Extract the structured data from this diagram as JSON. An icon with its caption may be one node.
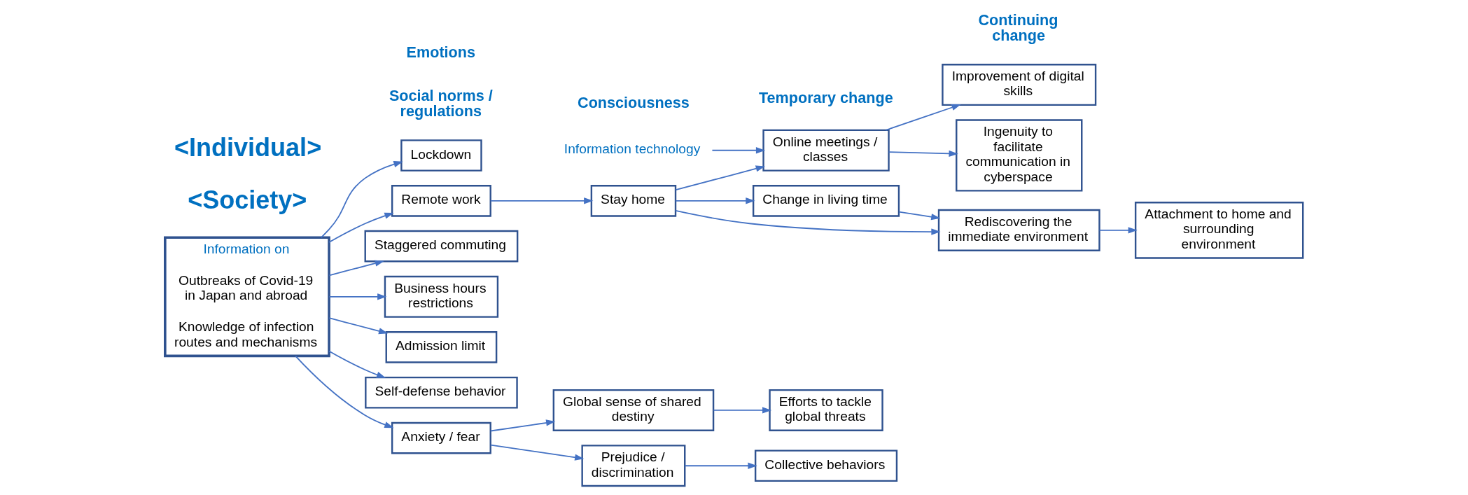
{
  "diagram": {
    "nodes": [
      {
        "text": [
          "Information on",
          "Outbreaks of Covid-19 in Japan and abroad",
          "Knowledge of infection routes and mechanisms"
        ]
      },
      {
        "text": [
          "Lockdown"
        ]
      },
      {
        "text": [
          "Remote work"
        ]
      },
      {
        "text": [
          "Staggered commuting"
        ]
      },
      {
        "text": [
          "Business hours restrictions"
        ]
      },
      {
        "text": [
          "Admission limit"
        ]
      },
      {
        "text": [
          "Information technology"
        ]
      },
      {
        "text": [
          "Stay home"
        ]
      },
      {
        "text": [
          "Online meetings / classes"
        ]
      },
      {
        "text": [
          "Change in living time"
        ]
      },
      {
        "text": [
          "Rediscovering the immediate environment"
        ]
      },
      {
        "text": [
          "Self-defense behavior"
        ]
      },
      {
        "text": [
          "Improvement of digital skills"
        ]
      },
      {
        "text": [
          "Ingenuity to facilitate communication in cyberspace"
        ]
      },
      {
        "text": [
          "Attachment to home and surrounding environment"
        ]
      },
      {
        "text": [
          "Anxiety / fear"
        ]
      },
      {
        "text": [
          "Global sense of shared destiny"
        ]
      },
      {
        "text": [
          "Prejudice / discrimination"
        ]
      },
      {
        "text": [
          "Collective behaviors"
        ]
      },
      {
        "text": [
          "Efforts to tackle global threats"
        ]
      }
    ],
    "edges": [
      {
        "from": 0,
        "to": 1,
        "arrow": "to"
      },
      {
        "from": 0,
        "to": 2,
        "arrow": "to"
      },
      {
        "from": 0,
        "to": 3,
        "arrow": "to"
      },
      {
        "from": 0,
        "to": 4,
        "arrow": "to"
      },
      {
        "from": 0,
        "to": 5,
        "arrow": "to"
      },
      {
        "from": 0,
        "to": 11,
        "arrow": "to"
      },
      {
        "from": 0,
        "to": 15,
        "arrow": "to"
      },
      {
        "from": 2,
        "to": 7,
        "arrow": "to"
      },
      {
        "from": 6,
        "to": 8,
        "arrow": "to"
      },
      {
        "from": 7,
        "to": 8,
        "arrow": "to"
      },
      {
        "from": 7,
        "to": 9,
        "arrow": "to"
      },
      {
        "from": 7,
        "to": 10,
        "arrow": "to"
      },
      {
        "from": 9,
        "to": 10,
        "arrow": "to"
      },
      {
        "from": 8,
        "to": 12,
        "arrow": "to"
      },
      {
        "from": 8,
        "to": 13,
        "arrow": "to"
      },
      {
        "from": 10,
        "to": 14,
        "arrow": "to"
      },
      {
        "from": 15,
        "to": 16,
        "arrow": "to"
      },
      {
        "from": 15,
        "to": 17,
        "arrow": "to"
      },
      {
        "from": 16,
        "to": 19,
        "arrow": "to"
      },
      {
        "from": 17,
        "to": 18,
        "arrow": "to"
      }
    ],
    "labels": [
      "<Society>",
      "Social norms / regulations",
      "<Individual>",
      "Emotions",
      "Consciousness",
      "Temporary change",
      "Continuing change"
    ]
  }
}
